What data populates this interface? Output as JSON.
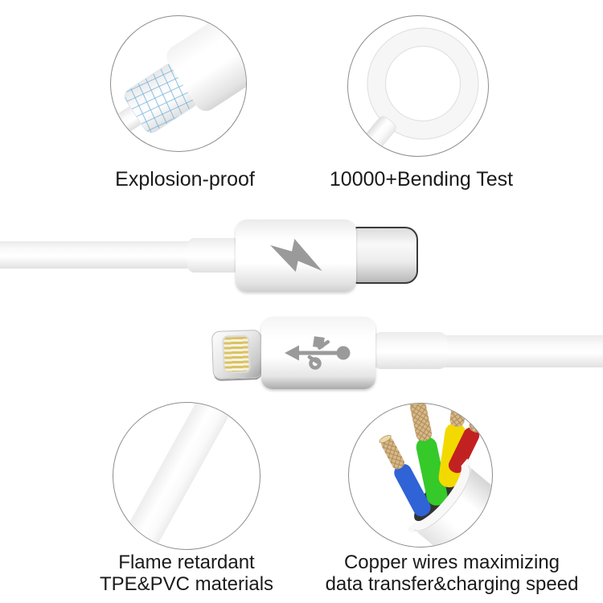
{
  "features": {
    "explosion_proof": {
      "label": "Explosion-proof",
      "illustration": "mesh-wrapped-cable"
    },
    "bending_test": {
      "label": "10000+Bending Test",
      "illustration": "looped-cable"
    },
    "flame_retardant": {
      "line1": "Flame retardant",
      "line2": "TPE&PVC materials",
      "illustration": "white-cable-band"
    },
    "copper_wires": {
      "line1": "Copper wires maximizing",
      "line2": "data transfer&charging speed",
      "illustration": "cut-cable-copper-wires"
    }
  },
  "connectors": {
    "usb_c": {
      "icon": "lightning-bolt-icon"
    },
    "lightning": {
      "icon": "usb-trident-icon"
    }
  },
  "colors": {
    "text": "#1a1a1a",
    "circle_border": "#8d8d8d",
    "icon_gray": "#9a9a9a",
    "mesh_blue": "#6fb0dc",
    "wire_blue": "#2f63d6",
    "wire_green": "#35c92a",
    "wire_yellow": "#f2da00",
    "wire_red": "#c22121",
    "copper": "#d7b88b",
    "copper_dark": "#b08d55",
    "copper_cap": "#ead9a8",
    "pin_gold": "#d9c264",
    "jacket_opening": "#333333"
  }
}
